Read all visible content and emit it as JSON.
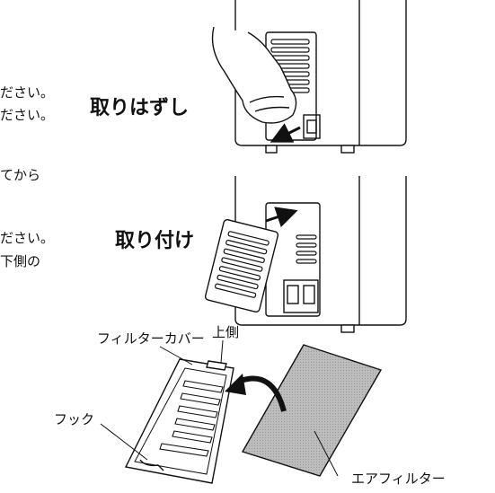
{
  "left_text_fragments": [
    "ださい。",
    "ださい。",
    "てから",
    "ださい。",
    "下側の"
  ],
  "headings": {
    "remove": "取りはずし",
    "attach": "取り付け"
  },
  "labels": {
    "filter_cover": "フィルターカバー",
    "upper_side": "上側",
    "hook": "フック",
    "air_filter": "エアフィルター"
  }
}
